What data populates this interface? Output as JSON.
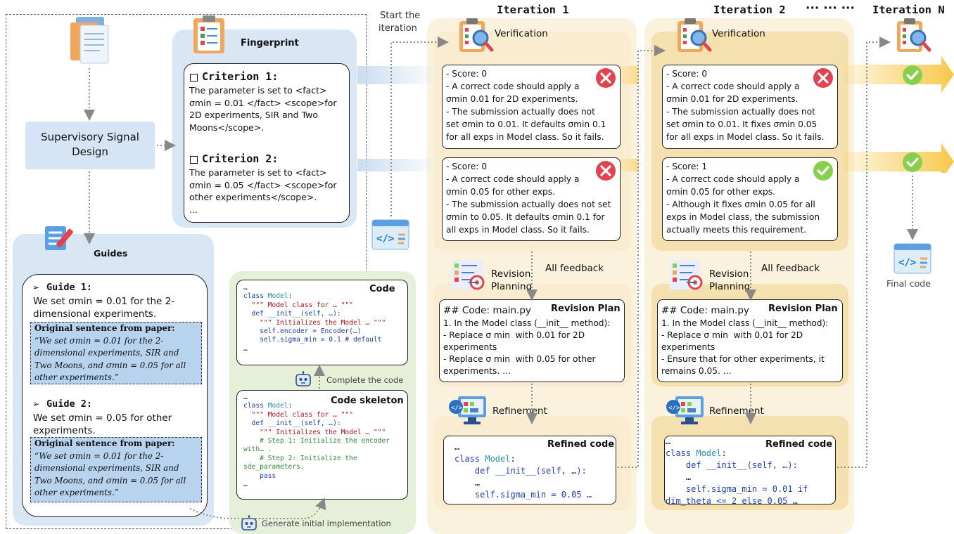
{
  "supervision": {
    "signal_design": [
      "Supervisory Signal",
      "Design"
    ],
    "fingerprint_title": "Fingerprint",
    "criterion1": {
      "label": "Criterion 1:",
      "lines": [
        "The parameter is set to <fact>",
        "σmin = 0.01 </fact> <scope>for",
        "2D experiments, SIR and Two",
        "Moons</scope>."
      ]
    },
    "criterion2": {
      "label": "Criterion 2:",
      "lines": [
        "The parameter is set to <fact>",
        "σmin = 0.05 </fact> <scope>for",
        "other experiments</scope>.",
        "..."
      ]
    },
    "guides_title": "Guides",
    "guide1": {
      "label": "Guide 1:",
      "lines": [
        "We set σmin = 0.01 for the 2-",
        "dimensional experiments."
      ],
      "orig_title": "Original sentence from paper:",
      "orig_lines": [
        "“We set σmin = 0.01 for the 2-",
        "dimensional experiments, SIR and",
        "Two Moons, and σmin = 0.05 for all",
        "other experiments.”"
      ]
    },
    "guide2": {
      "label": "Guide 2:",
      "lines": [
        "We set σmin = 0.05 for other",
        "experiments."
      ],
      "orig_title": "Original sentence from paper:",
      "orig_lines": [
        "“We set σmin = 0.01 for the 2-",
        "dimensional experiments, SIR and",
        "Two Moons, and σmin = 0.05 for all",
        "other experiments.”"
      ]
    }
  },
  "codegen": {
    "code_title": "Code",
    "code_lines": [
      "…",
      "class Model:",
      "  \"\"\" Model class for … \"\"\"",
      "",
      "  def __init__(self, …):",
      "    \"\"\" Initializes the Model … \"\"\"",
      "    self.encoder = Encoder(…)",
      "    self.sigma_min = 0.1 # default",
      "",
      "…"
    ],
    "complete_label": "Complete the code",
    "skeleton_title": "Code skeleton",
    "skeleton_lines": [
      "…",
      "class Model:",
      "  \"\"\" Model class for … \"\"\"",
      "",
      "  def __init__(self, …):",
      "    \"\"\" Initializes the Model … \"\"\"",
      "    # Step 1: Initialize the encoder",
      "with… .",
      "    # Step 2: Initialize the",
      "sde_parameters.",
      "    pass",
      "…"
    ],
    "generate_label": "Generate initial implementation",
    "start_label": [
      "Start the",
      "iteration"
    ]
  },
  "iterations": {
    "iter1_title": "Iteration 1",
    "iter2_title": "Iteration 2",
    "dots": "··· ··· ···",
    "iterN_title": "Iteration N",
    "verification": "Verification",
    "revision_planning": [
      "Revision",
      "Planning"
    ],
    "all_feedback": "All feedback",
    "refinement": "Refinement",
    "final_code": "Final code",
    "it1_v1": [
      "- Score: 0",
      "- A correct code should apply a",
      "σmin 0.01 for 2D experiments.",
      "- The submission actually does not",
      "set σmin to 0.01. It defaults σmin 0.1",
      "for all exps in Model class. So it fails."
    ],
    "it1_v2": [
      "- Score: 0",
      "- A correct code should apply a",
      "σmin 0.05 for other exps.",
      "- The submission actually does not set",
      "σmin to 0.05. It defaults σmin 0.1 for",
      "all exps in Model class. So it fails."
    ],
    "it2_v1": [
      "- Score: 0",
      "- A correct code should apply a",
      "σmin 0.01 for 2D experiments.",
      "- The submission actually does not",
      "set σmin to 0.01. It fixes σmin 0.05",
      "for all exps in Model class. So it fails."
    ],
    "it2_v2": [
      "- Score: 1",
      "- A correct code should apply a",
      "σmin 0.05 for other exps.",
      "- Although it fixes σmin 0.05 for all",
      "exps in Model class, the submission",
      "actually meets this requirement."
    ],
    "plan_header": "## Code: main.py",
    "plan_title": "Revision Plan",
    "it1_plan": [
      "1. In the Model class (__init__ method):",
      "- Replace σ min  with 0.01 for 2D",
      "experiments",
      "- Replace σ min  with 0.05 for other",
      "experiments. …"
    ],
    "it2_plan": [
      "1. In the Model class (__init__ method):",
      "- Replace σ min  with 0.01 for 2D",
      "experiments",
      "- Ensure that for other experiments, it",
      "remains 0.05. …"
    ],
    "refined_title": "Refined code",
    "it1_refined": [
      "…",
      "class Model:",
      "    def __init__(self, …):",
      "    …",
      "    self.sigma_min = 0.05 …"
    ],
    "it2_refined": [
      "…",
      "class Model:",
      "    def __init__(self, …):",
      "    …",
      "    self.sigma_min = 0.01 if",
      "dim_theta <= 2 else 0.05 …"
    ]
  },
  "colors": {
    "blue_panel": "#d9e6f4",
    "green_panel": "#e6f0d8",
    "iter_panel": "#fbf1dc",
    "iter_inner": "#f5e6bf",
    "arrow": "#f7c84a",
    "fail": "#e2434f",
    "pass": "#88cf4e"
  }
}
